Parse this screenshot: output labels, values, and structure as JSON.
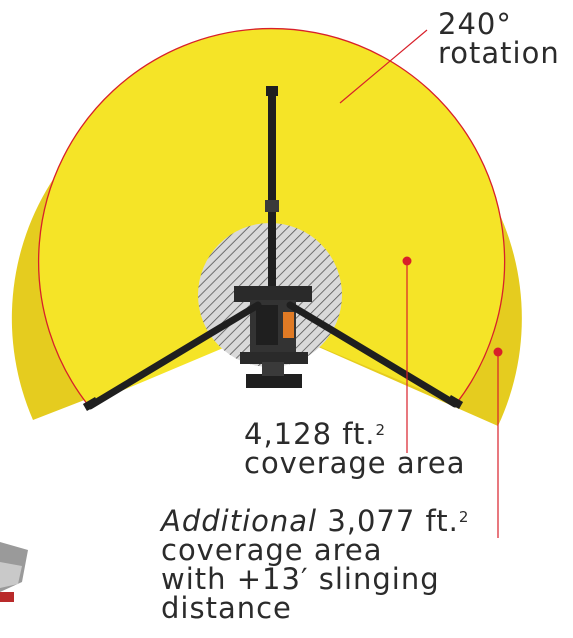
{
  "rotation": {
    "value": "240°",
    "label": "rotation"
  },
  "inner_area": {
    "value": "4,128 ft.",
    "superscript": "2",
    "label": "coverage area"
  },
  "outer_area": {
    "prefix": "Additional",
    "value": "3,077 ft.",
    "superscript": "2",
    "line2": "coverage area",
    "line3": "with +13′ slinging",
    "line4": "distance"
  },
  "colors": {
    "outer_fill": "#e5cc1f",
    "inner_fill": "#f5e427",
    "leader": "#d8202a",
    "hatch_fill": "#d9d9d9",
    "machine": "#1f1f1f",
    "accent": "#e07a24",
    "text": "#2b2b2b"
  }
}
